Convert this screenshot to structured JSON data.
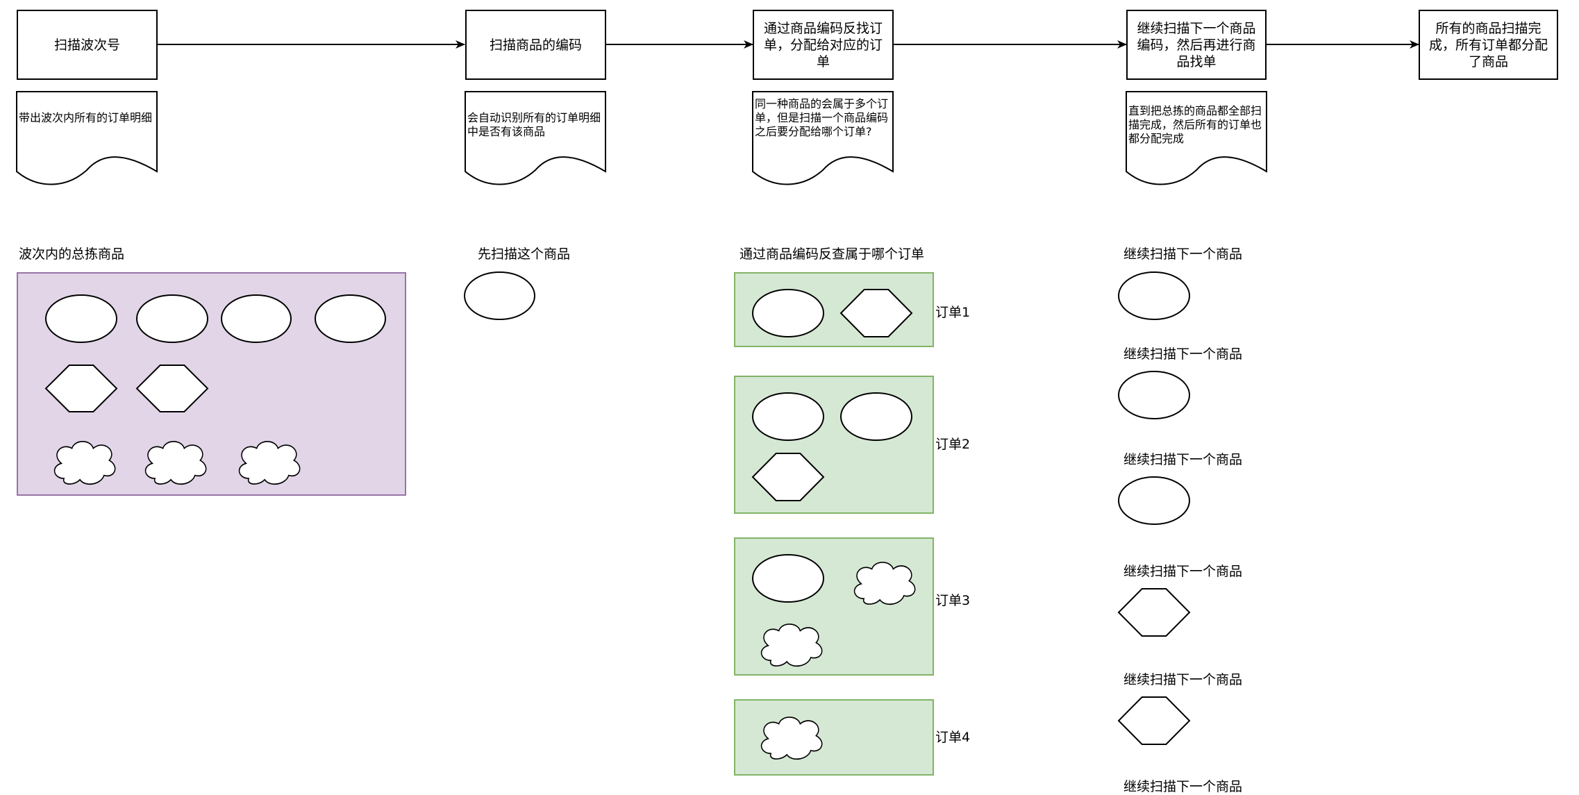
{
  "flow": {
    "steps": [
      {
        "label": "扫描波次号",
        "note": "带出波次内所有的订单明细"
      },
      {
        "label": "扫描商品的编码",
        "note": "会自动识别所有的订单明细中是否有该商品"
      },
      {
        "label": "通过商品编码反找订单，分配给对应的订单",
        "note": "同一种商品的会属于多个订单，但是扫描一个商品编码之后要分配给哪个订单?"
      },
      {
        "label": "继续扫描下一个商品编码，然后再进行商品找单",
        "note": "直到把总拣的商品都全部扫描完成，然后所有的订单也都分配完成"
      },
      {
        "label": "所有的商品扫描完成，所有订单都分配了商品",
        "note": null
      }
    ]
  },
  "wave_items": {
    "title": "波次内的总拣商品",
    "items": [
      "ellipse",
      "ellipse",
      "ellipse",
      "ellipse",
      "hexagon",
      "hexagon",
      "cloud",
      "cloud",
      "cloud"
    ]
  },
  "first_scan": {
    "title": "先扫描这个商品",
    "item": "ellipse"
  },
  "orders_section": {
    "title": "通过商品编码反查属于哪个订单",
    "orders": [
      {
        "label": "订单1",
        "items": [
          "ellipse",
          "hexagon"
        ]
      },
      {
        "label": "订单2",
        "items": [
          "ellipse",
          "ellipse",
          "hexagon"
        ]
      },
      {
        "label": "订单3",
        "items": [
          "ellipse",
          "cloud",
          "cloud"
        ]
      },
      {
        "label": "订单4",
        "items": [
          "cloud"
        ]
      }
    ]
  },
  "next_scans": {
    "items": [
      {
        "label": "继续扫描下一个商品",
        "item": "ellipse"
      },
      {
        "label": "继续扫描下一个商品",
        "item": "ellipse"
      },
      {
        "label": "继续扫描下一个商品",
        "item": "ellipse"
      },
      {
        "label": "继续扫描下一个商品",
        "item": "hexagon"
      },
      {
        "label": "继续扫描下一个商品",
        "item": "hexagon"
      },
      {
        "label": "继续扫描下一个商品",
        "item": null
      }
    ]
  },
  "colors": {
    "wave_fill": "#e1d5e7",
    "wave_stroke": "#9673a6",
    "order_fill": "#d5e8d4",
    "order_stroke": "#82b366",
    "shape_fill": "#ffffff",
    "stroke": "#000000"
  }
}
